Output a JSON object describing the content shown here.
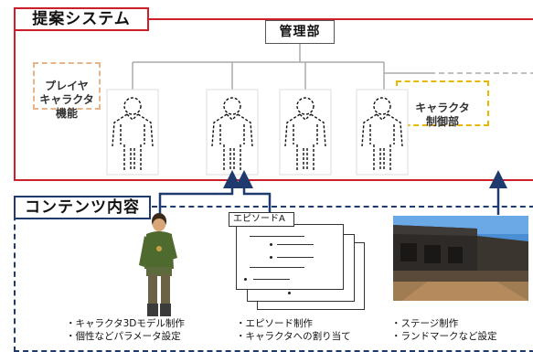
{
  "proposal": {
    "title": "提案システム",
    "management": "管理部",
    "player_char": "プレイヤ\nキャラクタ\n機能",
    "char_control": "キャラクタ\n制御部"
  },
  "contents": {
    "title": "コンテンツ内容",
    "episode_label": "エピソードA",
    "col1": [
      "キャラクタ3Dモデル制作",
      "個性などパラメータ設定"
    ],
    "col2": [
      "エピソード制作",
      "キャラクタへの割り当て"
    ],
    "col3": [
      "ステージ制作",
      "ランドマークなど設定"
    ]
  },
  "colors": {
    "proposal_border": "#cc1f2a",
    "contents_border": "#1e3a6e",
    "player_border": "#e8b48a",
    "control_border": "#e8b800",
    "arrow": "#1e3a6e"
  }
}
